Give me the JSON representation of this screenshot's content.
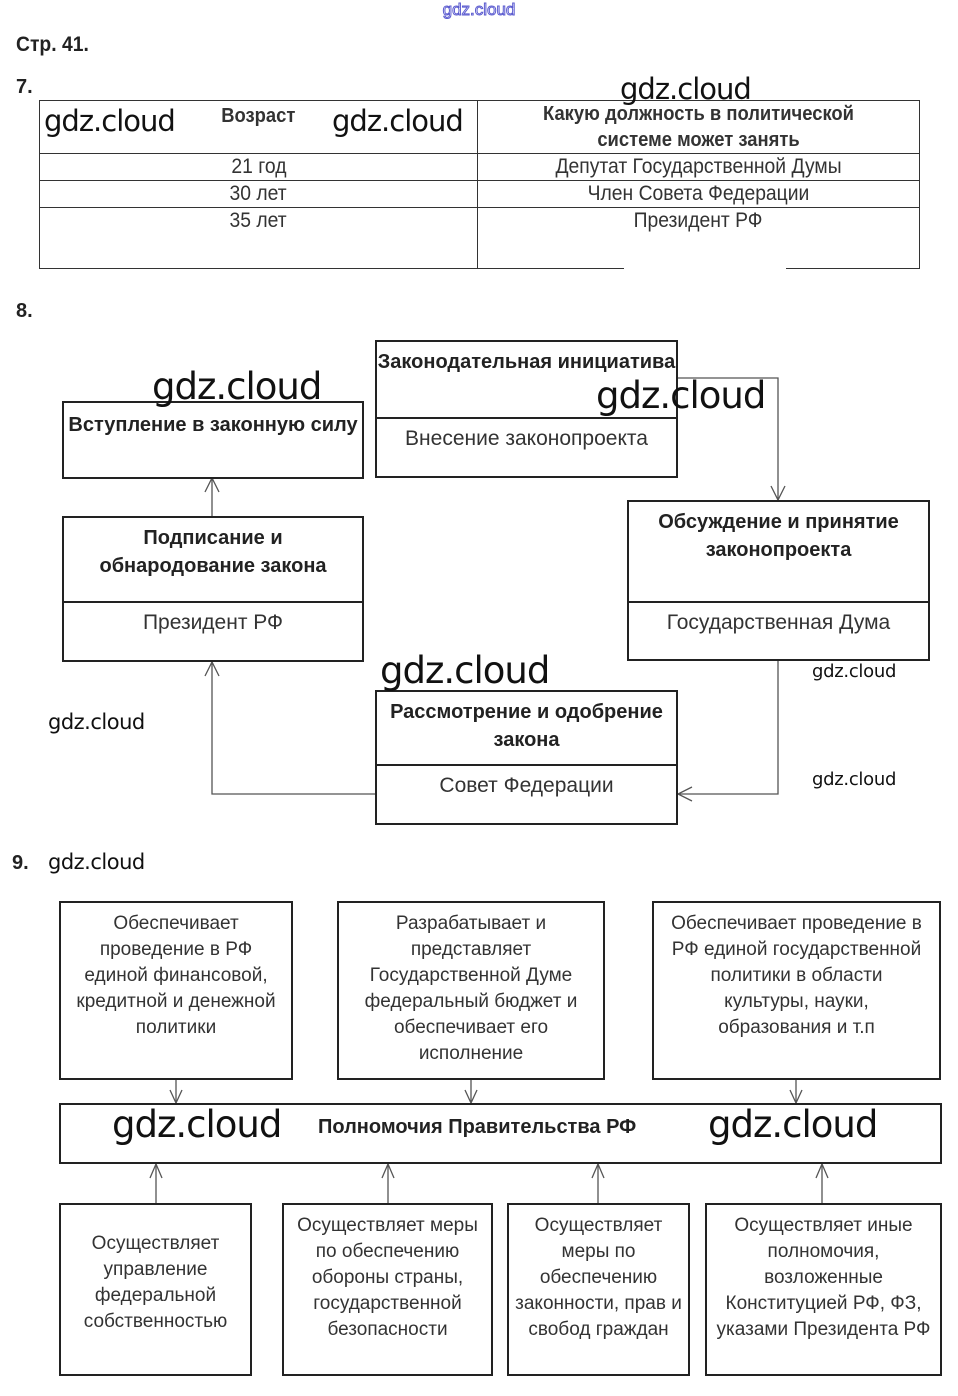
{
  "watermark": "gdz.cloud",
  "top_watermark": "gdz.cloud",
  "page_label": "Стр. 41.",
  "task7": {
    "number": "7.",
    "headers": [
      "Возраст",
      "Какую должность в политической системе может занять"
    ],
    "rows": [
      {
        "age": "21 год",
        "position": "Депутат Государственной Думы"
      },
      {
        "age": "30 лет",
        "position": "Член Совета Федерации"
      },
      {
        "age": "35 лет",
        "position": "Президент РФ"
      }
    ]
  },
  "task8": {
    "number": "8.",
    "stages": [
      {
        "id": "initiative",
        "title": "Законодательная инициатива",
        "body": "Внесение законопроекта"
      },
      {
        "id": "duma",
        "title": "Обсуждение и принятие законопроекта",
        "body": "Государственная Дума"
      },
      {
        "id": "council",
        "title": "Рассмотрение и одобрение закона",
        "body": "Совет Федерации"
      },
      {
        "id": "president",
        "title": "Подписание и обнародование закона",
        "body": "Президент РФ"
      },
      {
        "id": "force",
        "title": "Вступление в законную силу",
        "body": ""
      }
    ]
  },
  "task9": {
    "number": "9.",
    "center_title": "Полномочия Правительства РФ",
    "top_boxes": [
      "Обеспечивает проведение в РФ единой финансовой, кредитной и денежной политики",
      "Разрабатывает и представляет Государственной Думе федеральный бюджет и обеспечивает его исполнение",
      "Обеспечивает проведение в РФ единой государственной политики в области культуры, науки, образования и т.п"
    ],
    "bottom_boxes": [
      "Осуществляет управление федеральной собственностью",
      "Осуществляет меры по обеспечению обороны страны, государственной безопасности",
      "Осуществляет меры по обеспечению законности, прав и свобод граждан",
      "Осуществляет иные полномочия, возложенные Конституцией РФ, ФЗ, указами Президента РФ"
    ]
  }
}
